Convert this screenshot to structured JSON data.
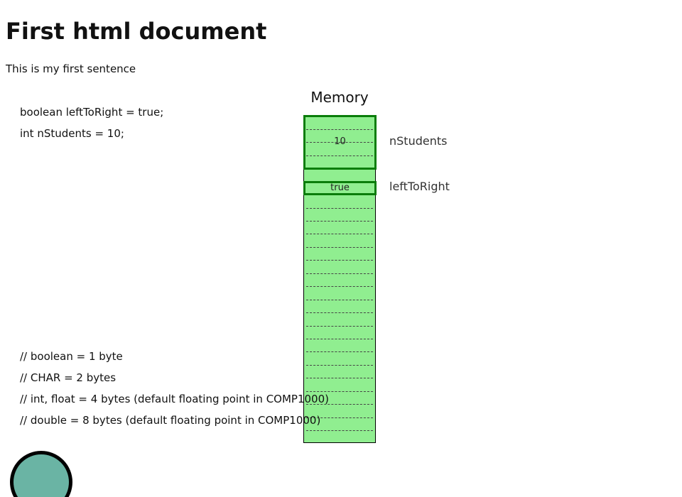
{
  "document": {
    "title": "First html document",
    "sentence": "This is my first sentence"
  },
  "code": {
    "declarations": [
      "boolean leftToRight = true;",
      "int nStudents = 10;"
    ],
    "comments": [
      "// boolean = 1 byte",
      "// CHAR = 2 bytes",
      "// int, float = 4 bytes (default floating point in COMP1000)",
      "// double = 8 bytes (default floating point in COMP1000)"
    ]
  },
  "memory": {
    "title": "Memory",
    "background_color": "#90ee90",
    "highlight_color": "#0a7d0a",
    "variables": [
      {
        "name": "nStudents",
        "value": "10",
        "bytes": 4
      },
      {
        "name": "leftToRight",
        "value": "true",
        "bytes": 1
      }
    ]
  },
  "controls": {
    "circle_button_color": "#6ab4a4"
  }
}
